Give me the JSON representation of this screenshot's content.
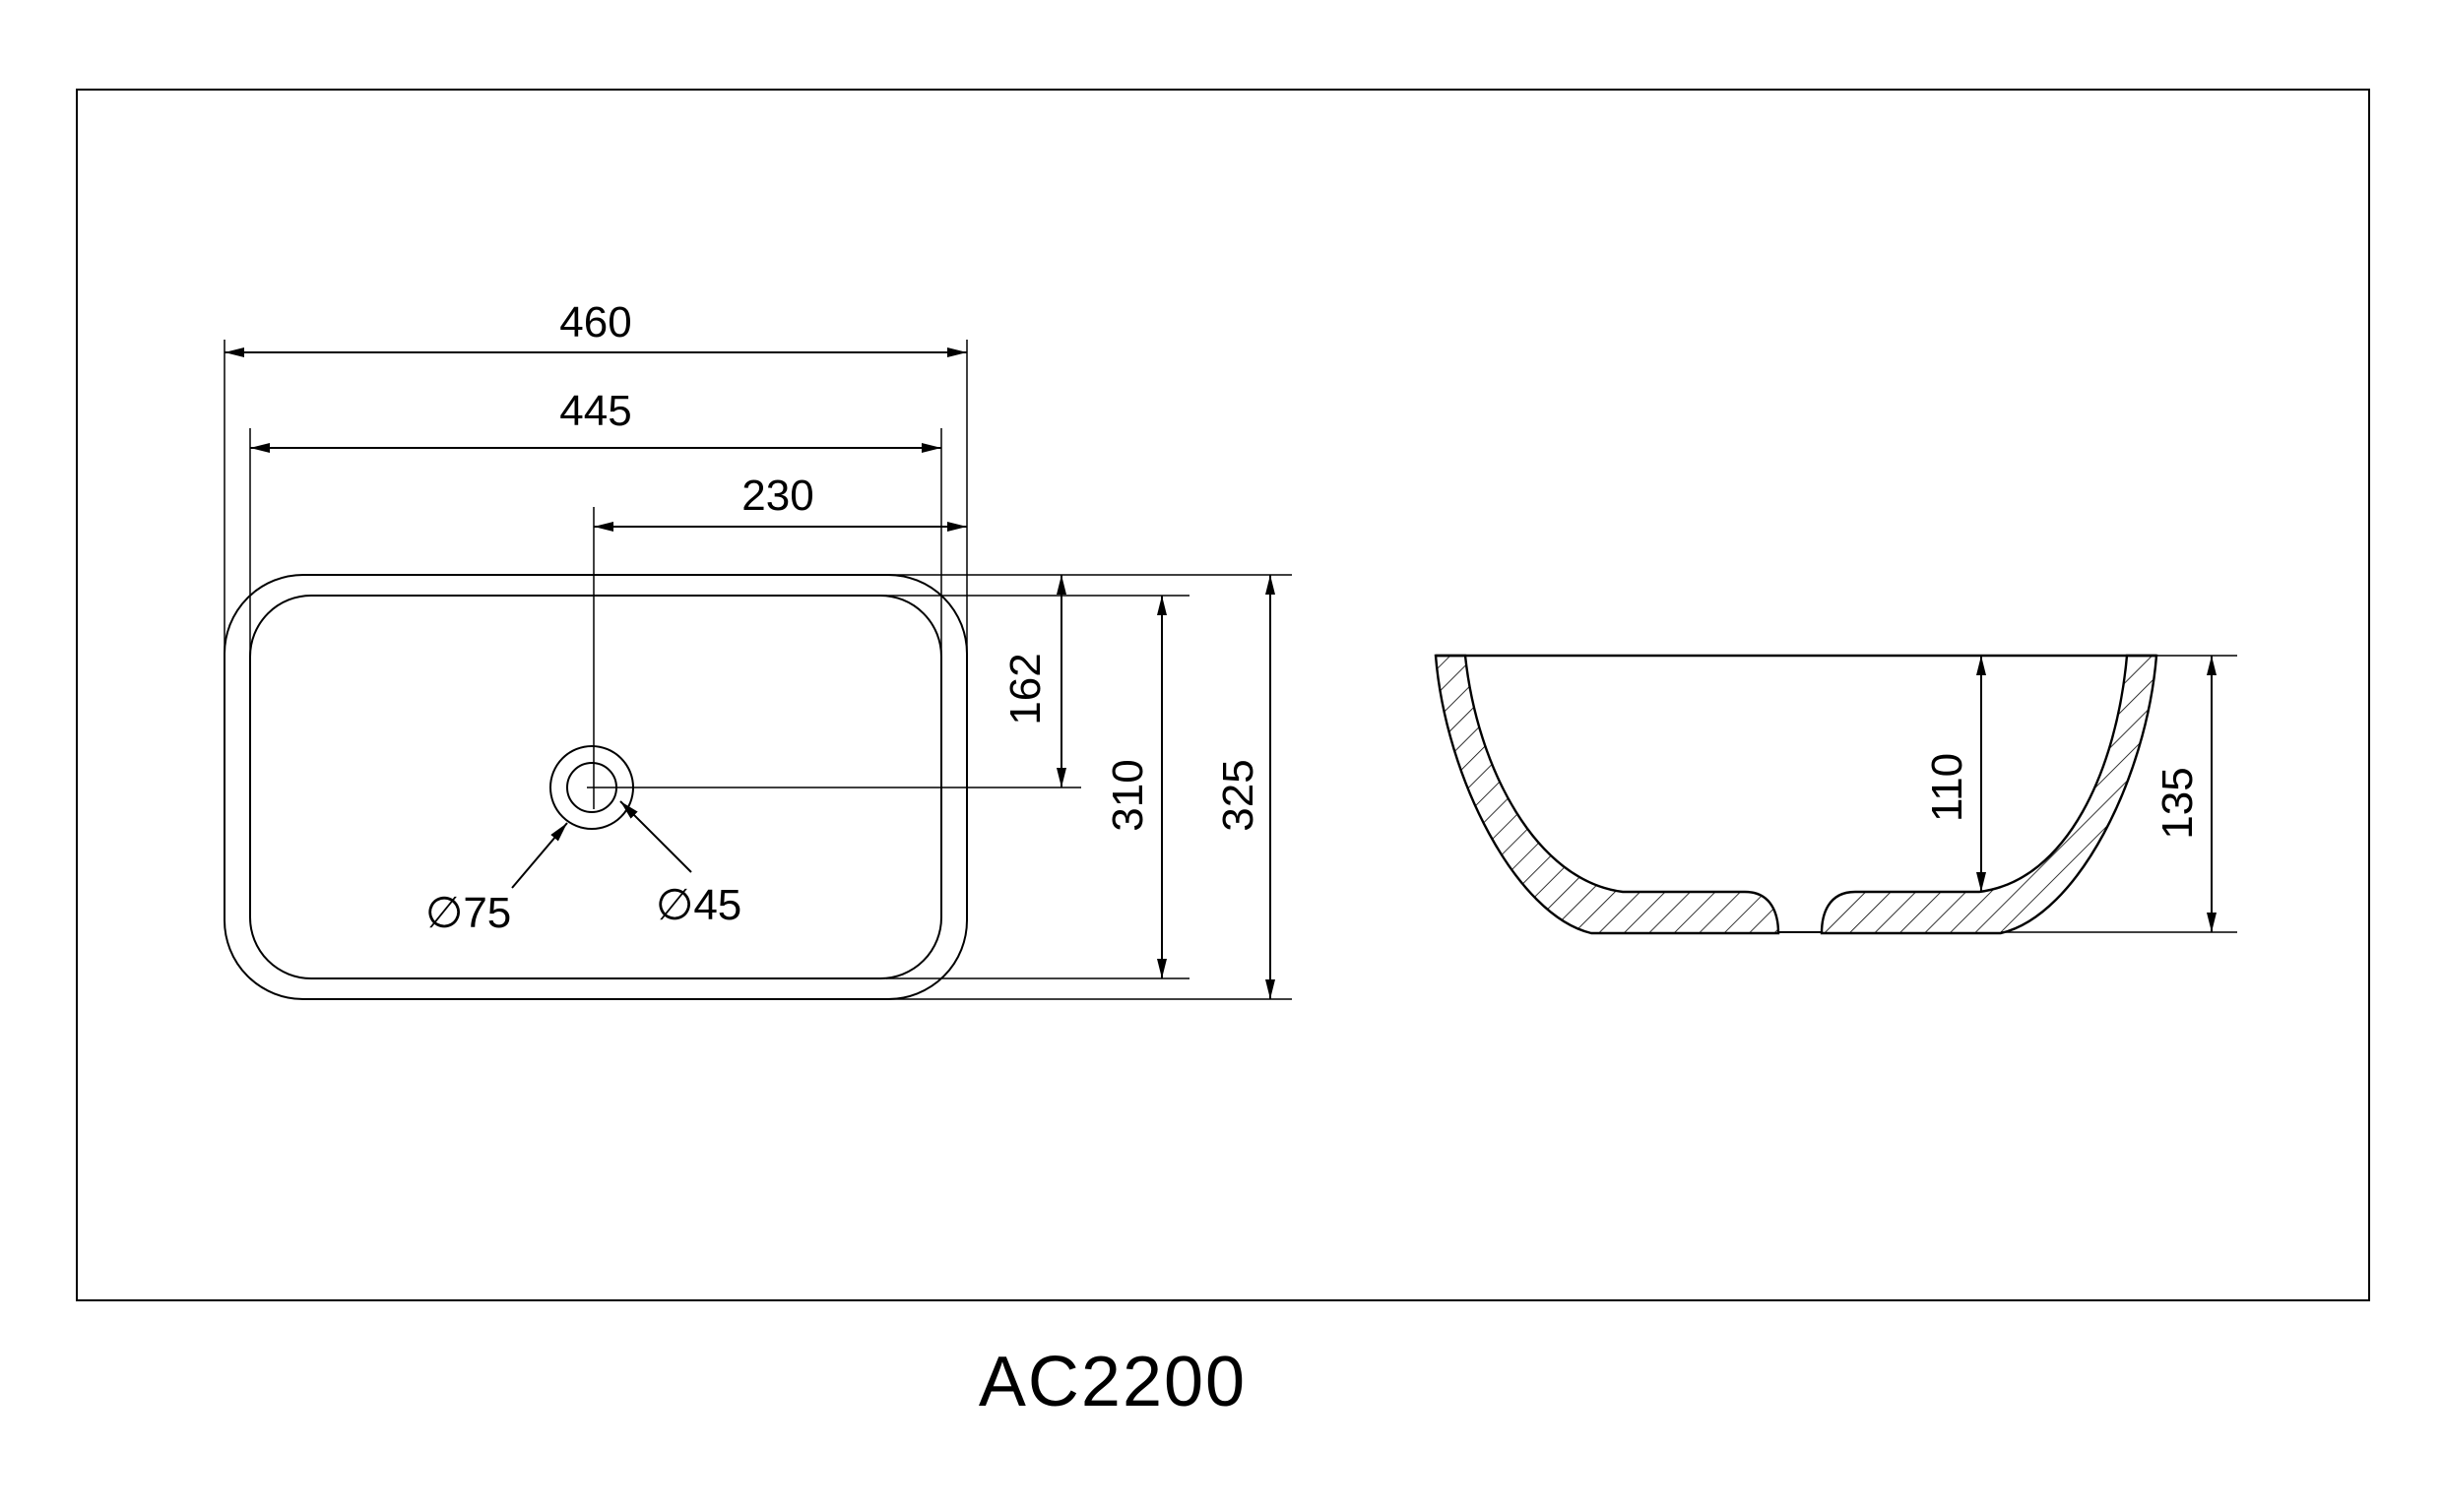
{
  "model": "AC2200",
  "top_view": {
    "width_outer": "460",
    "width_inner": "445",
    "drain_offset_x": "230",
    "drain_offset_y": "162",
    "depth_inner": "310",
    "depth_outer": "325",
    "drain_outer_diameter": "∅75",
    "drain_inner_diameter": "∅45"
  },
  "side_view": {
    "inner_height": "110",
    "outer_height": "135"
  }
}
